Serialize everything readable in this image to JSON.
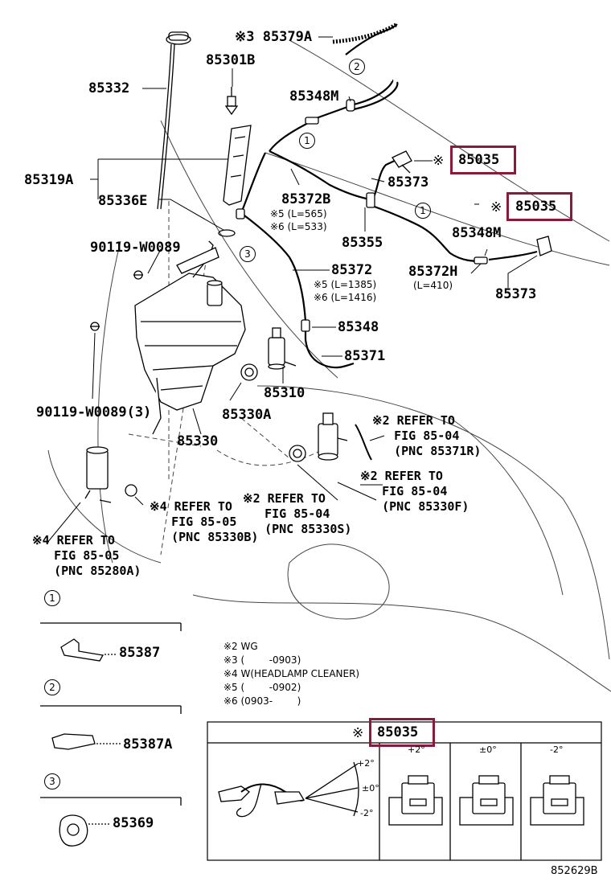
{
  "labels": {
    "p85379A": "※3 85379A",
    "p85301B": "85301B",
    "p85332": "85332",
    "p85348M_top": "85348M",
    "p85319A": "85319A",
    "p85336E": "85336E",
    "p85372B": "85372B",
    "p85372B_n5": "※5 (L=565)",
    "p85372B_n6": "※6 (L=533)",
    "p85373_top": "85373",
    "p85035_a": "85035",
    "p85035_b": "85035",
    "p85355": "85355",
    "p85348M_right": "85348M",
    "p85372H": "85372H",
    "p85372H_len": "(L=410)",
    "p85373_right": "85373",
    "p90119_top": "90119-W0089",
    "p85372": "85372",
    "p85372_n5": "※5 (L=1385)",
    "p85372_n6": "※6 (L=1416)",
    "p85348": "85348",
    "p85371": "85371",
    "p85310": "85310",
    "p90119_bottom": "90119-W0089(3)",
    "p85330A": "85330A",
    "p85330": "85330",
    "p85387": "85387",
    "p85387A": "85387A",
    "p85369": "85369",
    "p85035_box": "85035",
    "prefix_mark": "※",
    "diagram_id": "852629B"
  },
  "callouts": {
    "c1": "1",
    "c2": "2",
    "c3": "3"
  },
  "references": {
    "ref1": "※2 REFER TO\n   FIG 85-04\n   (PNC 85371R)",
    "ref2": "※2 REFER TO\n   FIG 85-04\n   (PNC 85330F)",
    "ref3": "※2 REFER TO\n   FIG 85-04\n   (PNC 85330S)",
    "ref4": "※4 REFER TO\n   FIG 85-05\n   (PNC 85330B)",
    "ref5": "※4 REFER TO\n   FIG 85-05\n   (PNC 85280A)"
  },
  "notes": {
    "n2": "※2 WG",
    "n3": "※3 (        -0903)",
    "n4": "※4 W(HEADLAMP CLEANER)",
    "n5": "※5 (        -0902)",
    "n6": "※6 (0903-        )"
  },
  "adjustment_table": {
    "headers": [
      "+2°",
      "±0°",
      "-2°"
    ],
    "angles": [
      "+2°",
      "±0°",
      "-2°"
    ]
  },
  "colors": {
    "highlight": "#8b1a3a",
    "line": "#000000",
    "faint": "#555555"
  }
}
